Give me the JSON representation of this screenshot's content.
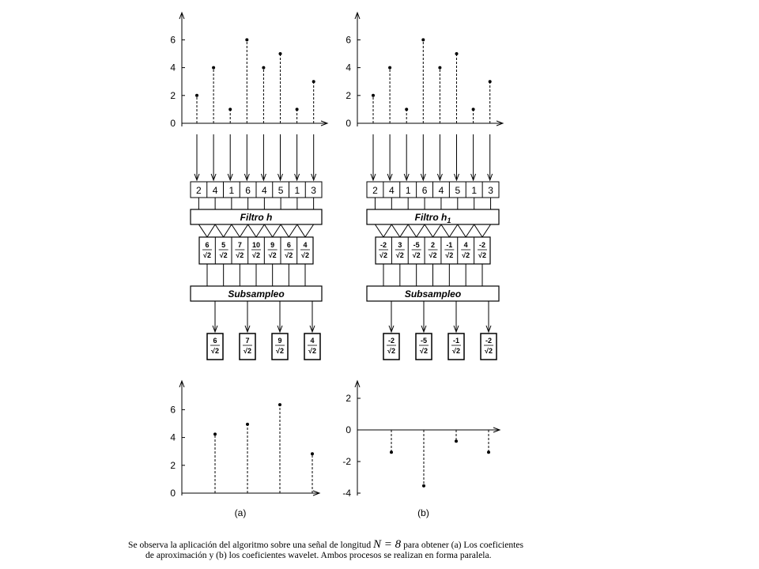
{
  "input_signal": {
    "values": [
      2,
      4,
      1,
      6,
      4,
      5,
      1,
      3
    ],
    "y_ticks": [
      "0",
      "2",
      "4",
      "6"
    ]
  },
  "left": {
    "filter_label": "Filtro h",
    "coefficients": [
      {
        "num": "6",
        "den": "√2"
      },
      {
        "num": "5",
        "den": "√2"
      },
      {
        "num": "7",
        "den": "√2"
      },
      {
        "num": "10",
        "den": "√2"
      },
      {
        "num": "9",
        "den": "√2"
      },
      {
        "num": "6",
        "den": "√2"
      },
      {
        "num": "4",
        "den": "√2"
      }
    ],
    "subsample_label": "Subsampleo",
    "outputs": [
      {
        "num": "6",
        "den": "√2"
      },
      {
        "num": "7",
        "den": "√2"
      },
      {
        "num": "9",
        "den": "√2"
      },
      {
        "num": "4",
        "den": "√2"
      }
    ],
    "result_values": [
      4.24,
      4.95,
      6.36,
      2.83
    ],
    "result_y_ticks": [
      "0",
      "2",
      "4",
      "6"
    ],
    "panel_label": "(a)"
  },
  "right": {
    "filter_label": "Filtro h",
    "filter_subscript": "1",
    "coefficients": [
      {
        "num": "-2",
        "den": "√2"
      },
      {
        "num": "3",
        "den": "√2"
      },
      {
        "num": "-5",
        "den": "√2"
      },
      {
        "num": "2",
        "den": "√2"
      },
      {
        "num": "-1",
        "den": "√2"
      },
      {
        "num": "4",
        "den": "√2"
      },
      {
        "num": "-2",
        "den": "√2"
      }
    ],
    "subsample_label": "Subsampleo",
    "outputs": [
      {
        "num": "-2",
        "den": "√2"
      },
      {
        "num": "-5",
        "den": "√2"
      },
      {
        "num": "-1",
        "den": "√2"
      },
      {
        "num": "-2",
        "den": "√2"
      }
    ],
    "result_values": [
      -1.41,
      -3.54,
      -0.71,
      -1.41
    ],
    "result_y_ticks": [
      "-4",
      "-2",
      "0",
      "2"
    ],
    "panel_label": "(b)"
  },
  "caption": {
    "line1_a": "Se observa la aplicación del algoritmo sobre una señal de longitud ",
    "math": "N = 8",
    "line1_b": " para obtener (a) Los coeficientes",
    "line2": "de aproximación y (b) los coeficientes wavelet. Ambos procesos se realizan en forma paralela."
  }
}
